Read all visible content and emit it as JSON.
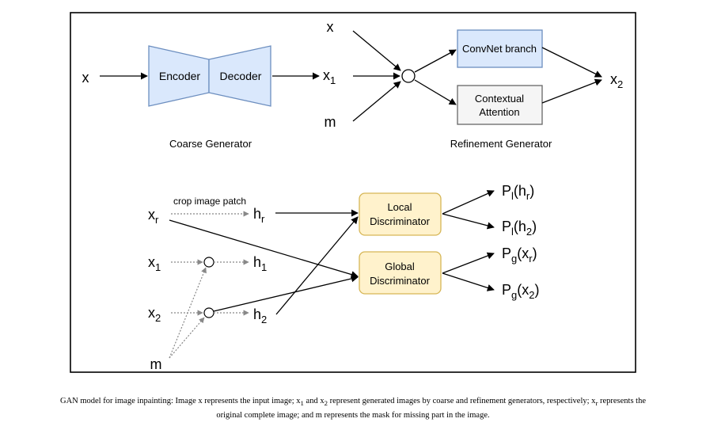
{
  "coarse": {
    "input": "x",
    "encoder": "Encoder",
    "decoder": "Decoder",
    "output": {
      "base": "x",
      "sub": "1"
    },
    "label": "Coarse Generator"
  },
  "refine": {
    "in_x": "x",
    "in_m": "m",
    "convnet": "ConvNet branch",
    "attention_l1": "Contextual",
    "attention_l2": "Attention",
    "output": {
      "base": "x",
      "sub": "2"
    },
    "label": "Refinement Generator"
  },
  "disc": {
    "crop_label": "crop image patch",
    "xr": {
      "base": "x",
      "sub": "r"
    },
    "x1": {
      "base": "x",
      "sub": "1"
    },
    "x2": {
      "base": "x",
      "sub": "2"
    },
    "m": "m",
    "hr": {
      "base": "h",
      "sub": "r"
    },
    "h1": {
      "base": "h",
      "sub": "1"
    },
    "h2": {
      "base": "h",
      "sub": "2"
    },
    "local_l1": "Local",
    "local_l2": "Discriminator",
    "global_l1": "Global",
    "global_l2": "Discriminator",
    "out_local_hr": {
      "base": "P",
      "sub": "l",
      "arg": "h",
      "argsub": "r"
    },
    "out_local_h2": {
      "base": "P",
      "sub": "l",
      "arg": "h",
      "argsub": "2"
    },
    "out_global_xr": {
      "base": "P",
      "sub": "g",
      "arg": "x",
      "argsub": "r"
    },
    "out_global_x2": {
      "base": "P",
      "sub": "g",
      "arg": "x",
      "argsub": "2"
    }
  },
  "caption": {
    "line1_a": "GAN model for image inpainting: Image x represents the input image; x",
    "sub_1": "1",
    "line1_b": " and x",
    "sub_2": "2",
    "line1_c": " represent generated images by coarse and refinement generators, respectively; x",
    "sub_r": "r",
    "line1_d": " represents the",
    "line2": "original complete image; and m represents the mask for missing part in the image."
  },
  "colors": {
    "encoder_fill": "#dae8fc",
    "encoder_stroke": "#6c8ebf",
    "attention_fill": "#f5f5f5",
    "attention_stroke": "#666666",
    "disc_fill": "#fff2cc",
    "disc_stroke": "#d6b656"
  }
}
